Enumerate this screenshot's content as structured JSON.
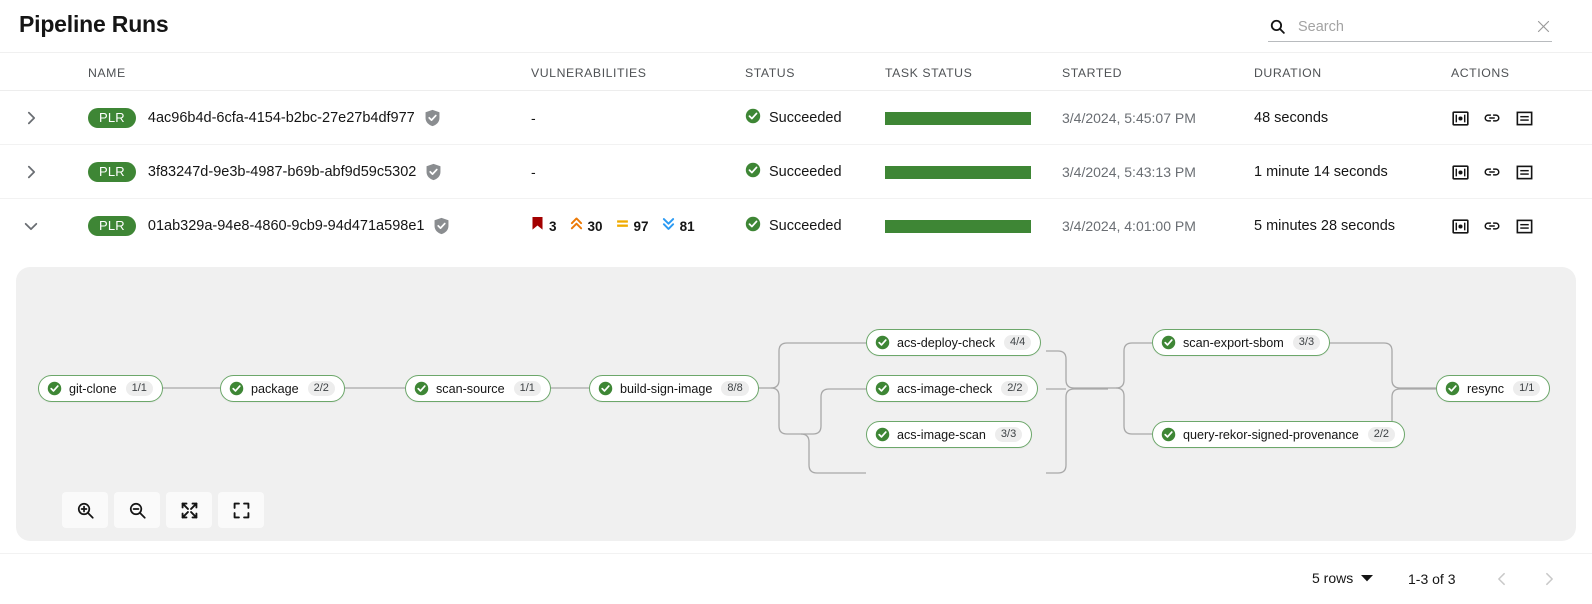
{
  "header": {
    "title": "Pipeline Runs",
    "search": {
      "value": "",
      "placeholder": "Search"
    }
  },
  "table": {
    "columns": [
      "NAME",
      "VULNERABILITIES",
      "STATUS",
      "TASK STATUS",
      "STARTED",
      "DURATION",
      "ACTIONS"
    ],
    "rows": [
      {
        "badge": "PLR",
        "name": "4ac96b4d-6cfa-4154-b2bc-27e27b4df977",
        "vulnerabilities": {
          "empty": "-"
        },
        "status": "Succeeded",
        "task_progress_percent": 100,
        "started": "3/4/2024, 5:45:07 PM",
        "duration": "48 seconds",
        "expanded": false
      },
      {
        "badge": "PLR",
        "name": "3f83247d-9e3b-4987-b69b-abf9d59c5302",
        "vulnerabilities": {
          "empty": "-"
        },
        "status": "Succeeded",
        "task_progress_percent": 100,
        "started": "3/4/2024, 5:43:13 PM",
        "duration": "1 minute 14 seconds",
        "expanded": false
      },
      {
        "badge": "PLR",
        "name": "01ab329a-94e8-4860-9cb9-94d471a598e1",
        "vulnerabilities": {
          "critical": "3",
          "important": "30",
          "moderate": "97",
          "low": "81"
        },
        "status": "Succeeded",
        "task_progress_percent": 100,
        "started": "3/4/2024, 4:01:00 PM",
        "duration": "5 minutes 28 seconds",
        "expanded": true
      }
    ],
    "action_icons": [
      "screen-icon",
      "link-icon",
      "log-icon"
    ]
  },
  "graph": {
    "nodes": [
      {
        "label": "git-clone",
        "count": "1/1"
      },
      {
        "label": "package",
        "count": "2/2"
      },
      {
        "label": "scan-source",
        "count": "1/1"
      },
      {
        "label": "build-sign-image",
        "count": "8/8"
      },
      {
        "label": "acs-deploy-check",
        "count": "4/4"
      },
      {
        "label": "acs-image-check",
        "count": "2/2"
      },
      {
        "label": "acs-image-scan",
        "count": "3/3"
      },
      {
        "label": "scan-export-sbom",
        "count": "3/3"
      },
      {
        "label": "query-rekor-signed-provenance",
        "count": "2/2"
      },
      {
        "label": "resync",
        "count": "1/1"
      }
    ],
    "controls": [
      "zoom-in",
      "zoom-out",
      "fit-to-screen",
      "fullscreen"
    ]
  },
  "footer": {
    "rows_per_page": "5 rows",
    "range": "1-3 of 3"
  },
  "colors": {
    "success_green": "#3e8635",
    "node_border": "#6ca76a",
    "severity_critical": "#a30000",
    "severity_important": "#ec7a08",
    "severity_moderate": "#f0ab00",
    "severity_low": "#2b9af3",
    "panel_bg": "#f0f0f0",
    "muted_text": "#6a6e73"
  }
}
